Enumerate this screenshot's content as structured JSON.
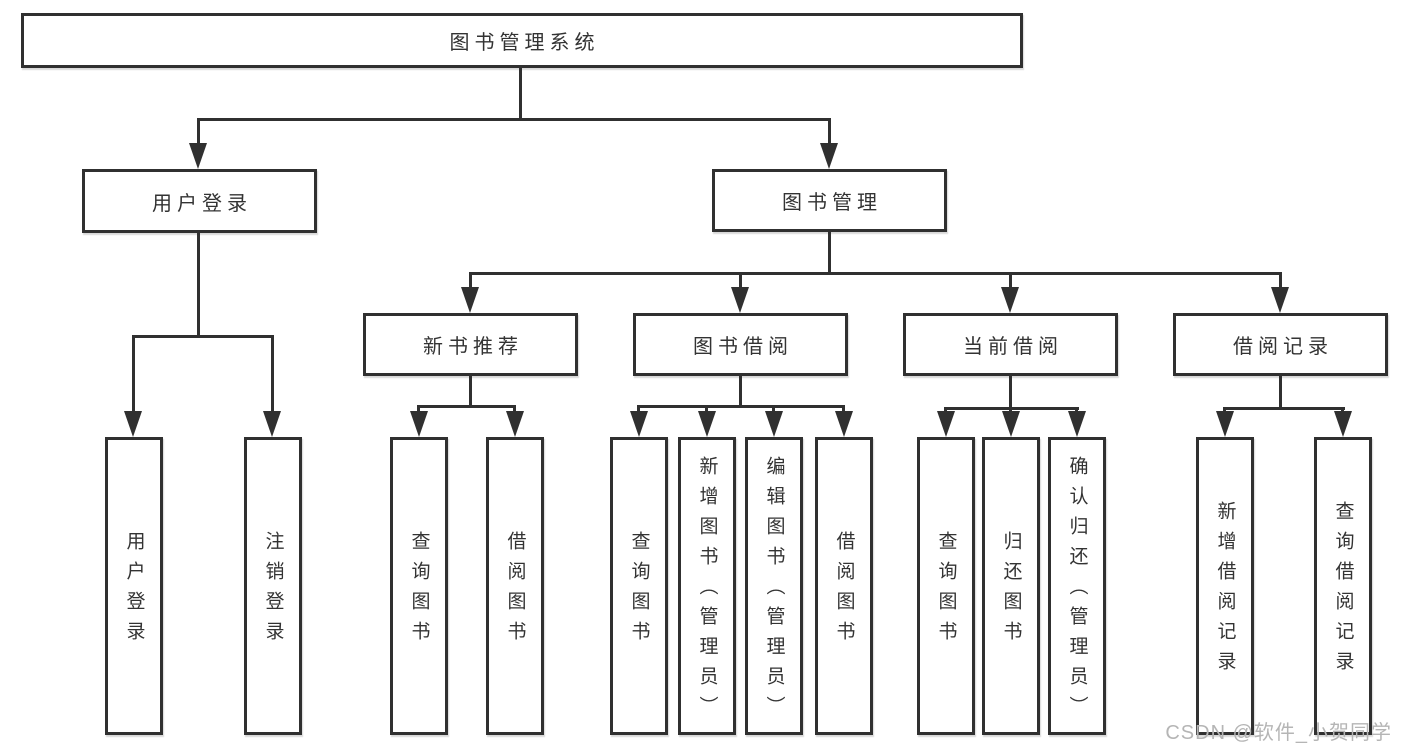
{
  "diagram": {
    "type": "hierarchy-chart",
    "root": {
      "label": "图书管理系统"
    },
    "branches": [
      {
        "label": "用户登录",
        "children": [
          {
            "label": "用户登录"
          },
          {
            "label": "注销登录"
          }
        ]
      },
      {
        "label": "图书管理",
        "sections": [
          {
            "label": "新书推荐",
            "children": [
              {
                "label": "查询图书"
              },
              {
                "label": "借阅图书"
              }
            ]
          },
          {
            "label": "图书借阅",
            "children": [
              {
                "label": "查询图书"
              },
              {
                "label": "新增图书（管理员）"
              },
              {
                "label": "编辑图书（管理员）"
              },
              {
                "label": "借阅图书"
              }
            ]
          },
          {
            "label": "当前借阅",
            "children": [
              {
                "label": "查询图书"
              },
              {
                "label": "归还图书"
              },
              {
                "label": "确认归还（管理员）"
              }
            ]
          },
          {
            "label": "借阅记录",
            "children": [
              {
                "label": "新增借阅记录"
              },
              {
                "label": "查询借阅记录"
              }
            ]
          }
        ]
      }
    ]
  },
  "watermark": "CSDN @软件_小贺同学",
  "colors": {
    "line": "#303030",
    "text": "#333333",
    "watermark": "#b5b5b5",
    "box_background": "#ffffff"
  }
}
